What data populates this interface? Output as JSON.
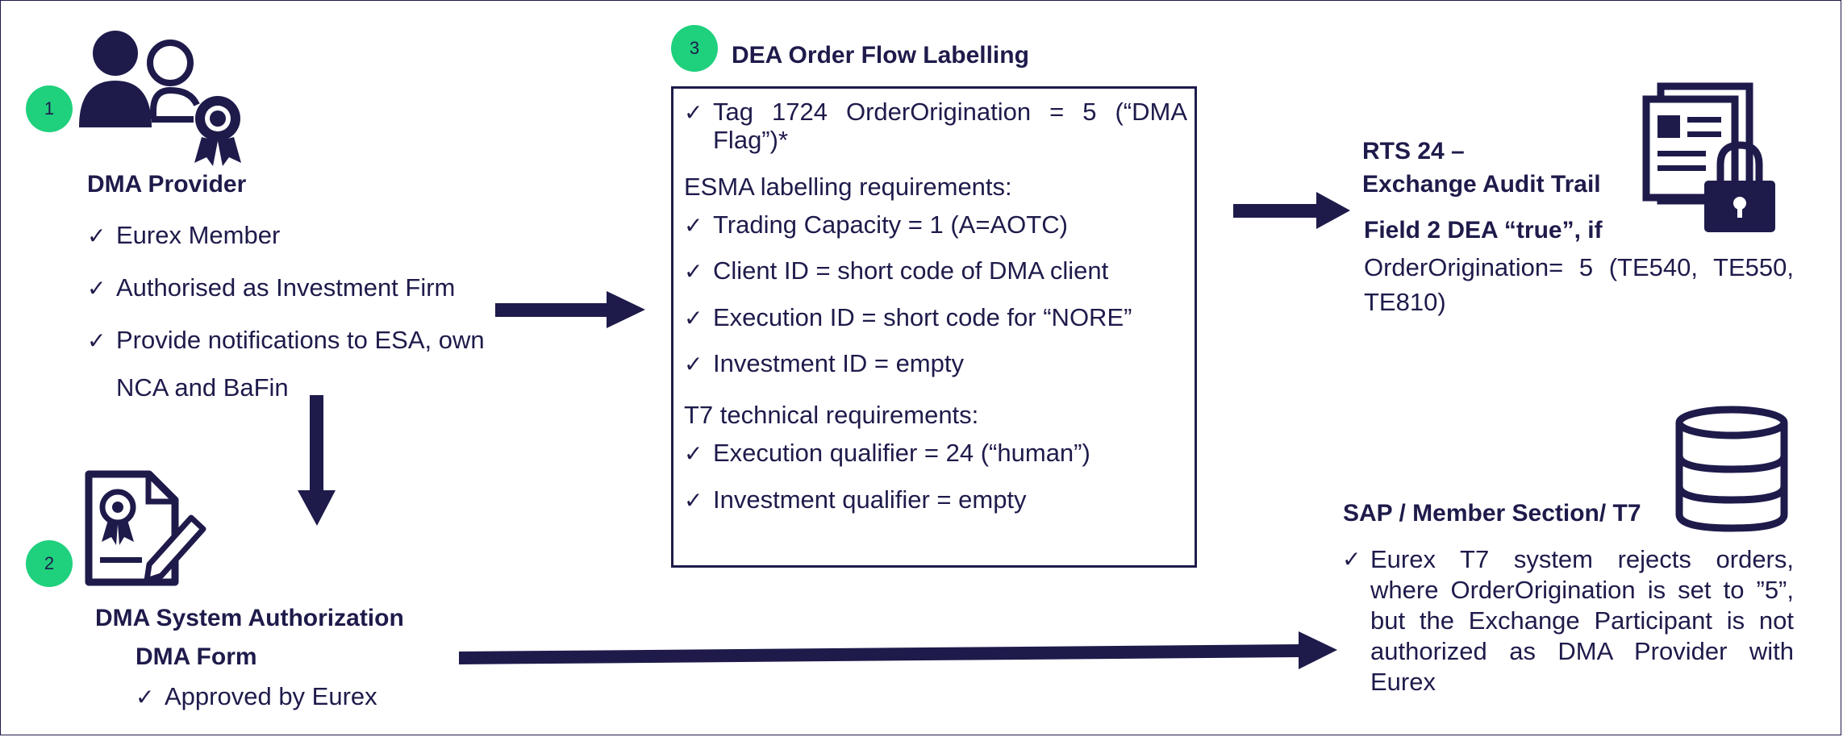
{
  "step1": {
    "badge": "1",
    "title": "DMA Provider",
    "items": [
      "Eurex Member",
      "Authorised as Investment Firm",
      "Provide notifications to ESA, own",
      "NCA and BaFin"
    ]
  },
  "step2": {
    "badge": "2",
    "title": "DMA System Authorization",
    "subtitle": "DMA Form",
    "item": "Approved by Eurex"
  },
  "step3": {
    "badge": "3",
    "title": "DEA Order Flow Labelling",
    "tag_line1": "Tag 1724 OrderOrigination = 5 (“DMA",
    "tag_line2": "Flag”)*",
    "esma_header": "ESMA labelling requirements:",
    "esma_items": [
      "Trading Capacity = 1 (A=AOTC)",
      "Client ID = short code of DMA client",
      "Execution ID = short code for “NORE”",
      "Investment ID = empty"
    ],
    "t7_header": "T7 technical requirements:",
    "t7_items": [
      "Execution qualifier = 24 (“human”)",
      "Investment qualifier = empty"
    ]
  },
  "rts": {
    "title_line1": "RTS 24 –",
    "title_line2": "Exchange Audit Trail",
    "field": "Field 2 DEA “true”, if",
    "body_line1": "OrderOrigination= 5 (TE540, TE550,",
    "body_line2": "TE810)"
  },
  "sap": {
    "title": "SAP / Member Section/ T7",
    "lines": [
      "Eurex T7 system rejects orders,",
      "where OrderOrigination is set to ”5”,",
      "but the Exchange Participant is not",
      "authorized as DMA Provider with",
      "Eurex"
    ]
  },
  "check_mark": "✓",
  "colors": {
    "navy": "#1e1b4b",
    "green": "#1fd07d"
  },
  "icons": [
    "people-certificate-icon",
    "document-certificate-icon",
    "newspaper-lock-icon",
    "database-icon"
  ]
}
